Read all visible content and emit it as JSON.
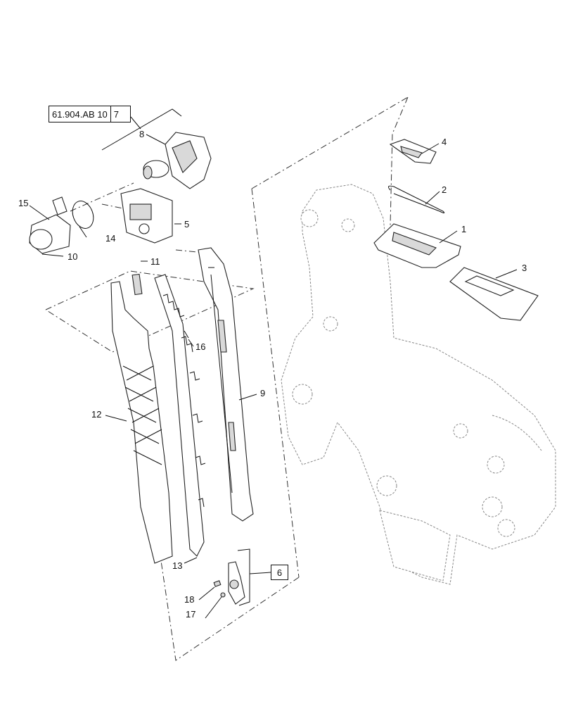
{
  "diagram": {
    "reference": {
      "code": "61.904.AB 10",
      "index": "7"
    },
    "assembly_ref": "6",
    "callouts": [
      "1",
      "2",
      "3",
      "4",
      "5",
      "8",
      "9",
      "10",
      "11",
      "12",
      "13",
      "14",
      "15",
      "16",
      "17",
      "18"
    ],
    "line_color": "#111111"
  }
}
